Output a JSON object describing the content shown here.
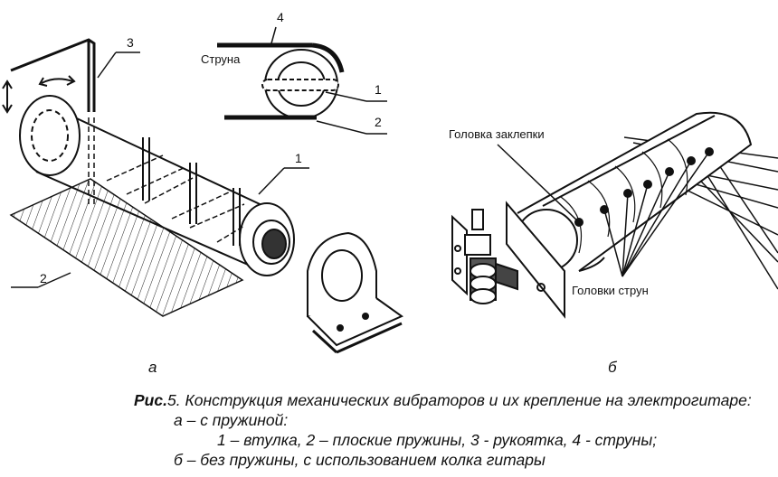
{
  "labels": {
    "n1_left": "1",
    "n2_left": "2",
    "n3": "3",
    "n4": "4",
    "n1_top": "1",
    "n2_top": "2",
    "string": "Струна",
    "rivet_head": "Головка заклепки",
    "string_heads": "Головки струн"
  },
  "subfigures": {
    "a": "а",
    "b": "б"
  },
  "caption": {
    "prefix": "Рис.",
    "number": "5.",
    "title": "Конструкция механических вибраторов и их крепление на электрогитаре:",
    "line_a": "а – с пружиной:",
    "line_parts": "1 – втулка, 2 – плоские пружины, 3 - рукоятка, 4 - струны;",
    "line_b": "б – без пружины, с использованием колка гитары"
  }
}
